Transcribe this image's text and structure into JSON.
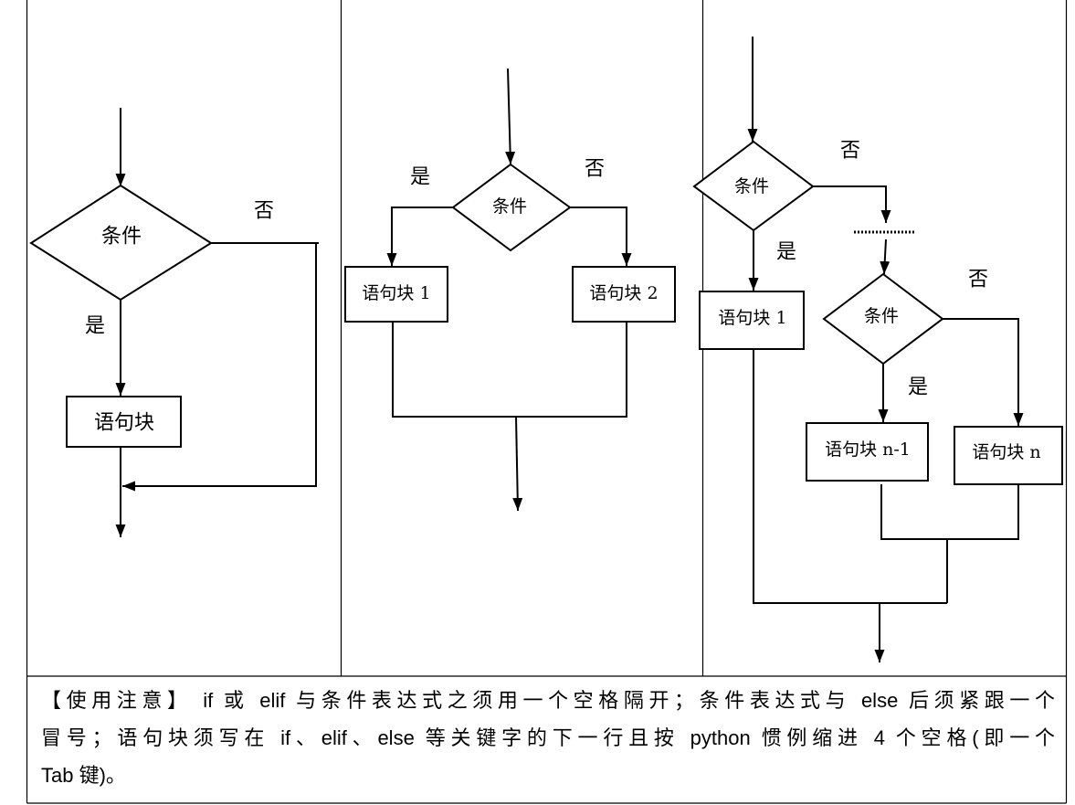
{
  "panels": {
    "panel1": {
      "condition": "条件",
      "yes": "是",
      "no": "否",
      "block": "语句块"
    },
    "panel2": {
      "condition": "条件",
      "yes": "是",
      "no": "否",
      "block1": "语句块 1",
      "block2": "语句块 2"
    },
    "panel3": {
      "condition1": "条件",
      "yes1": "是",
      "no1": "否",
      "block1": "语句块 1",
      "condition2": "条件",
      "yes2": "是",
      "no2": "否",
      "block_n_minus_1": "语句块 n-1",
      "block_n": "语句块 n"
    }
  },
  "note": {
    "lines": [
      "【使用注意】 if 或 elif 与条件表达式之须用一个空格隔开；条件表达式与 else 后须紧跟一个",
      "冒号；语句块须写在 if、elif、else 等关键字的下一行且按 python 惯例缩进 4 个空格(即一个",
      "Tab 键)。"
    ]
  },
  "colors": {
    "line": "#000000",
    "background": "#ffffff"
  }
}
